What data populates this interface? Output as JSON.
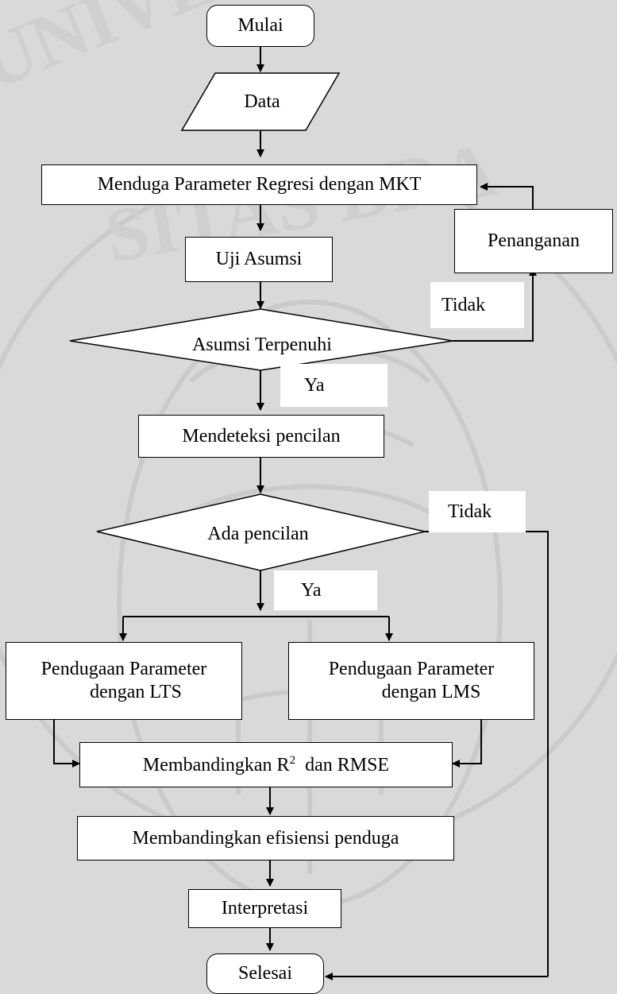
{
  "nodes": {
    "start": "Mulai",
    "data": "Data",
    "estimate_ols": "Menduga Parameter Regresi dengan MKT",
    "handling": "Penanganan",
    "assumption_test": "Uji Asumsi",
    "assumption_met": "Asumsi Terpenuhi",
    "detect_outliers": "Mendeteksi pencilan",
    "has_outliers": "Ada pencilan",
    "lts_line1": "Pendugaan Parameter",
    "lts_line2": "dengan LTS",
    "lms_line1": "Pendugaan Parameter",
    "lms_line2": "dengan LMS",
    "compare_prefix": "Membandingkan R",
    "compare_sup": "2",
    "compare_suffix": "dan RMSE",
    "compare_efficiency": "Membandingkan efisiensi penduga",
    "interpretation": "Interpretasi",
    "end": "Selesai"
  },
  "labels": {
    "no_assumption": "Tidak",
    "yes_assumption": "Ya",
    "no_outliers": "Tidak",
    "yes_outliers": "Ya"
  },
  "watermark": "UNIVERSITAS BRAWIJAYA"
}
